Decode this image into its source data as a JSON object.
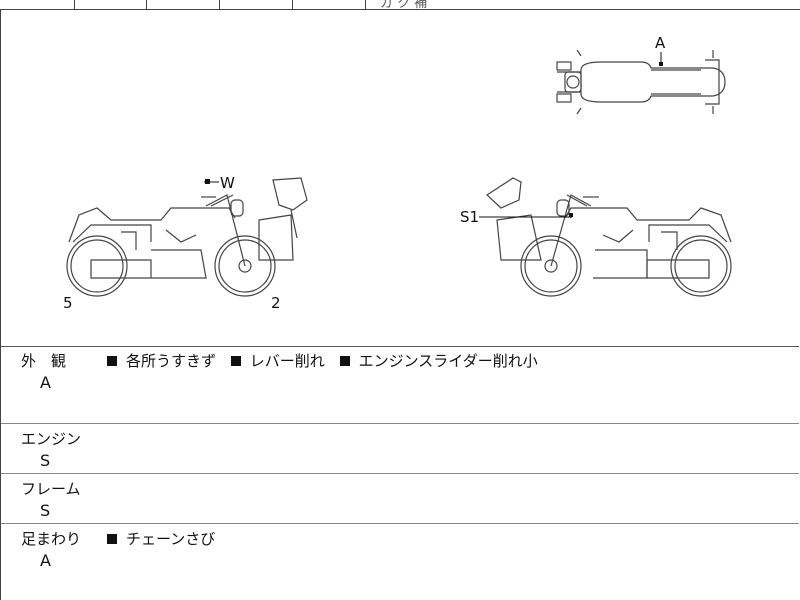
{
  "top_strip": {
    "visible_text": "ガ ク 補 ",
    "cells": [
      "",
      "",
      "",
      "",
      "",
      ""
    ]
  },
  "diagram": {
    "marks": {
      "a_top": "A",
      "w_left": "W",
      "s1_right": "S1",
      "num_5": "5",
      "num_2": "2"
    }
  },
  "sections": [
    {
      "title": "外　観",
      "grade": "A",
      "notes": [
        "各所うすきず",
        "レバー削れ",
        "エンジンスライダー削れ小"
      ]
    },
    {
      "title": "エンジン",
      "grade": "S",
      "notes": []
    },
    {
      "title": "フレーム",
      "grade": "S",
      "notes": []
    },
    {
      "title": "足まわり",
      "grade": "A",
      "notes": [
        "チェーンさび"
      ]
    }
  ],
  "colors": {
    "line": "#444444",
    "text": "#111111"
  }
}
